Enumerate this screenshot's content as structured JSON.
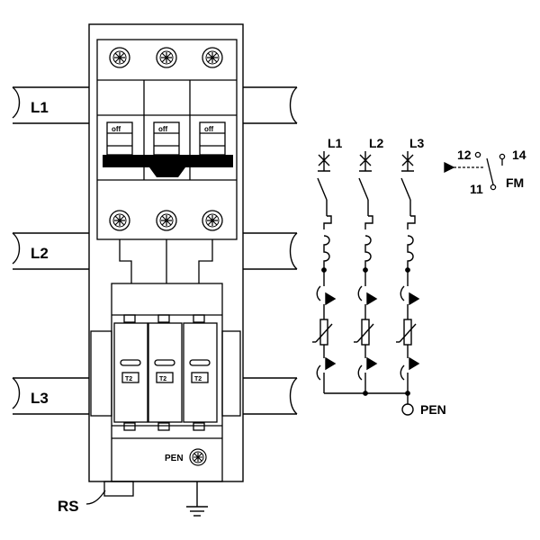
{
  "rails": {
    "l1": "L1",
    "l2": "L2",
    "l3": "L3"
  },
  "breaker": {
    "switch_label": "off"
  },
  "arrester": {
    "module_label": "T2",
    "pen_terminal": "PEN"
  },
  "remote_signal": {
    "label": "RS"
  },
  "schematic": {
    "phases": [
      "L1",
      "L2",
      "L3"
    ],
    "pen": "PEN",
    "contact": {
      "nc": "12",
      "no": "14",
      "common": "11",
      "name": "FM"
    }
  }
}
